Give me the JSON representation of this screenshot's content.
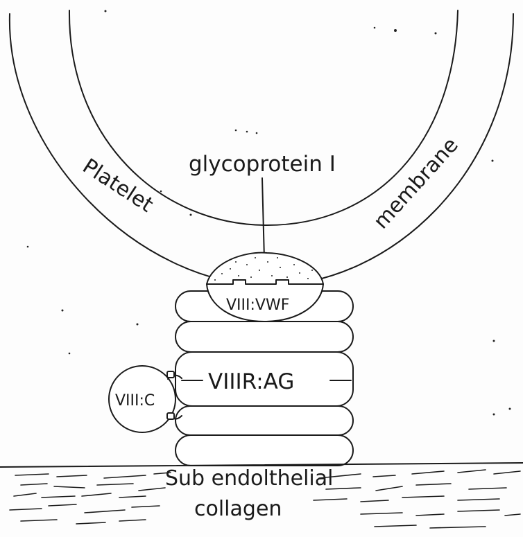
{
  "labels": {
    "platelet": "Platelet",
    "membrane": "membrane",
    "glycoprotein": "glycoprotein I",
    "vwf": "VIII:VWF",
    "antigen": "VIIIR:AG",
    "factor_c": "VIII:C",
    "collagen_line1": "Sub endolthelial",
    "collagen_line2": "collagen"
  },
  "colors": {
    "ink": "#1a1a1a",
    "paper": "#fdfdfd"
  }
}
